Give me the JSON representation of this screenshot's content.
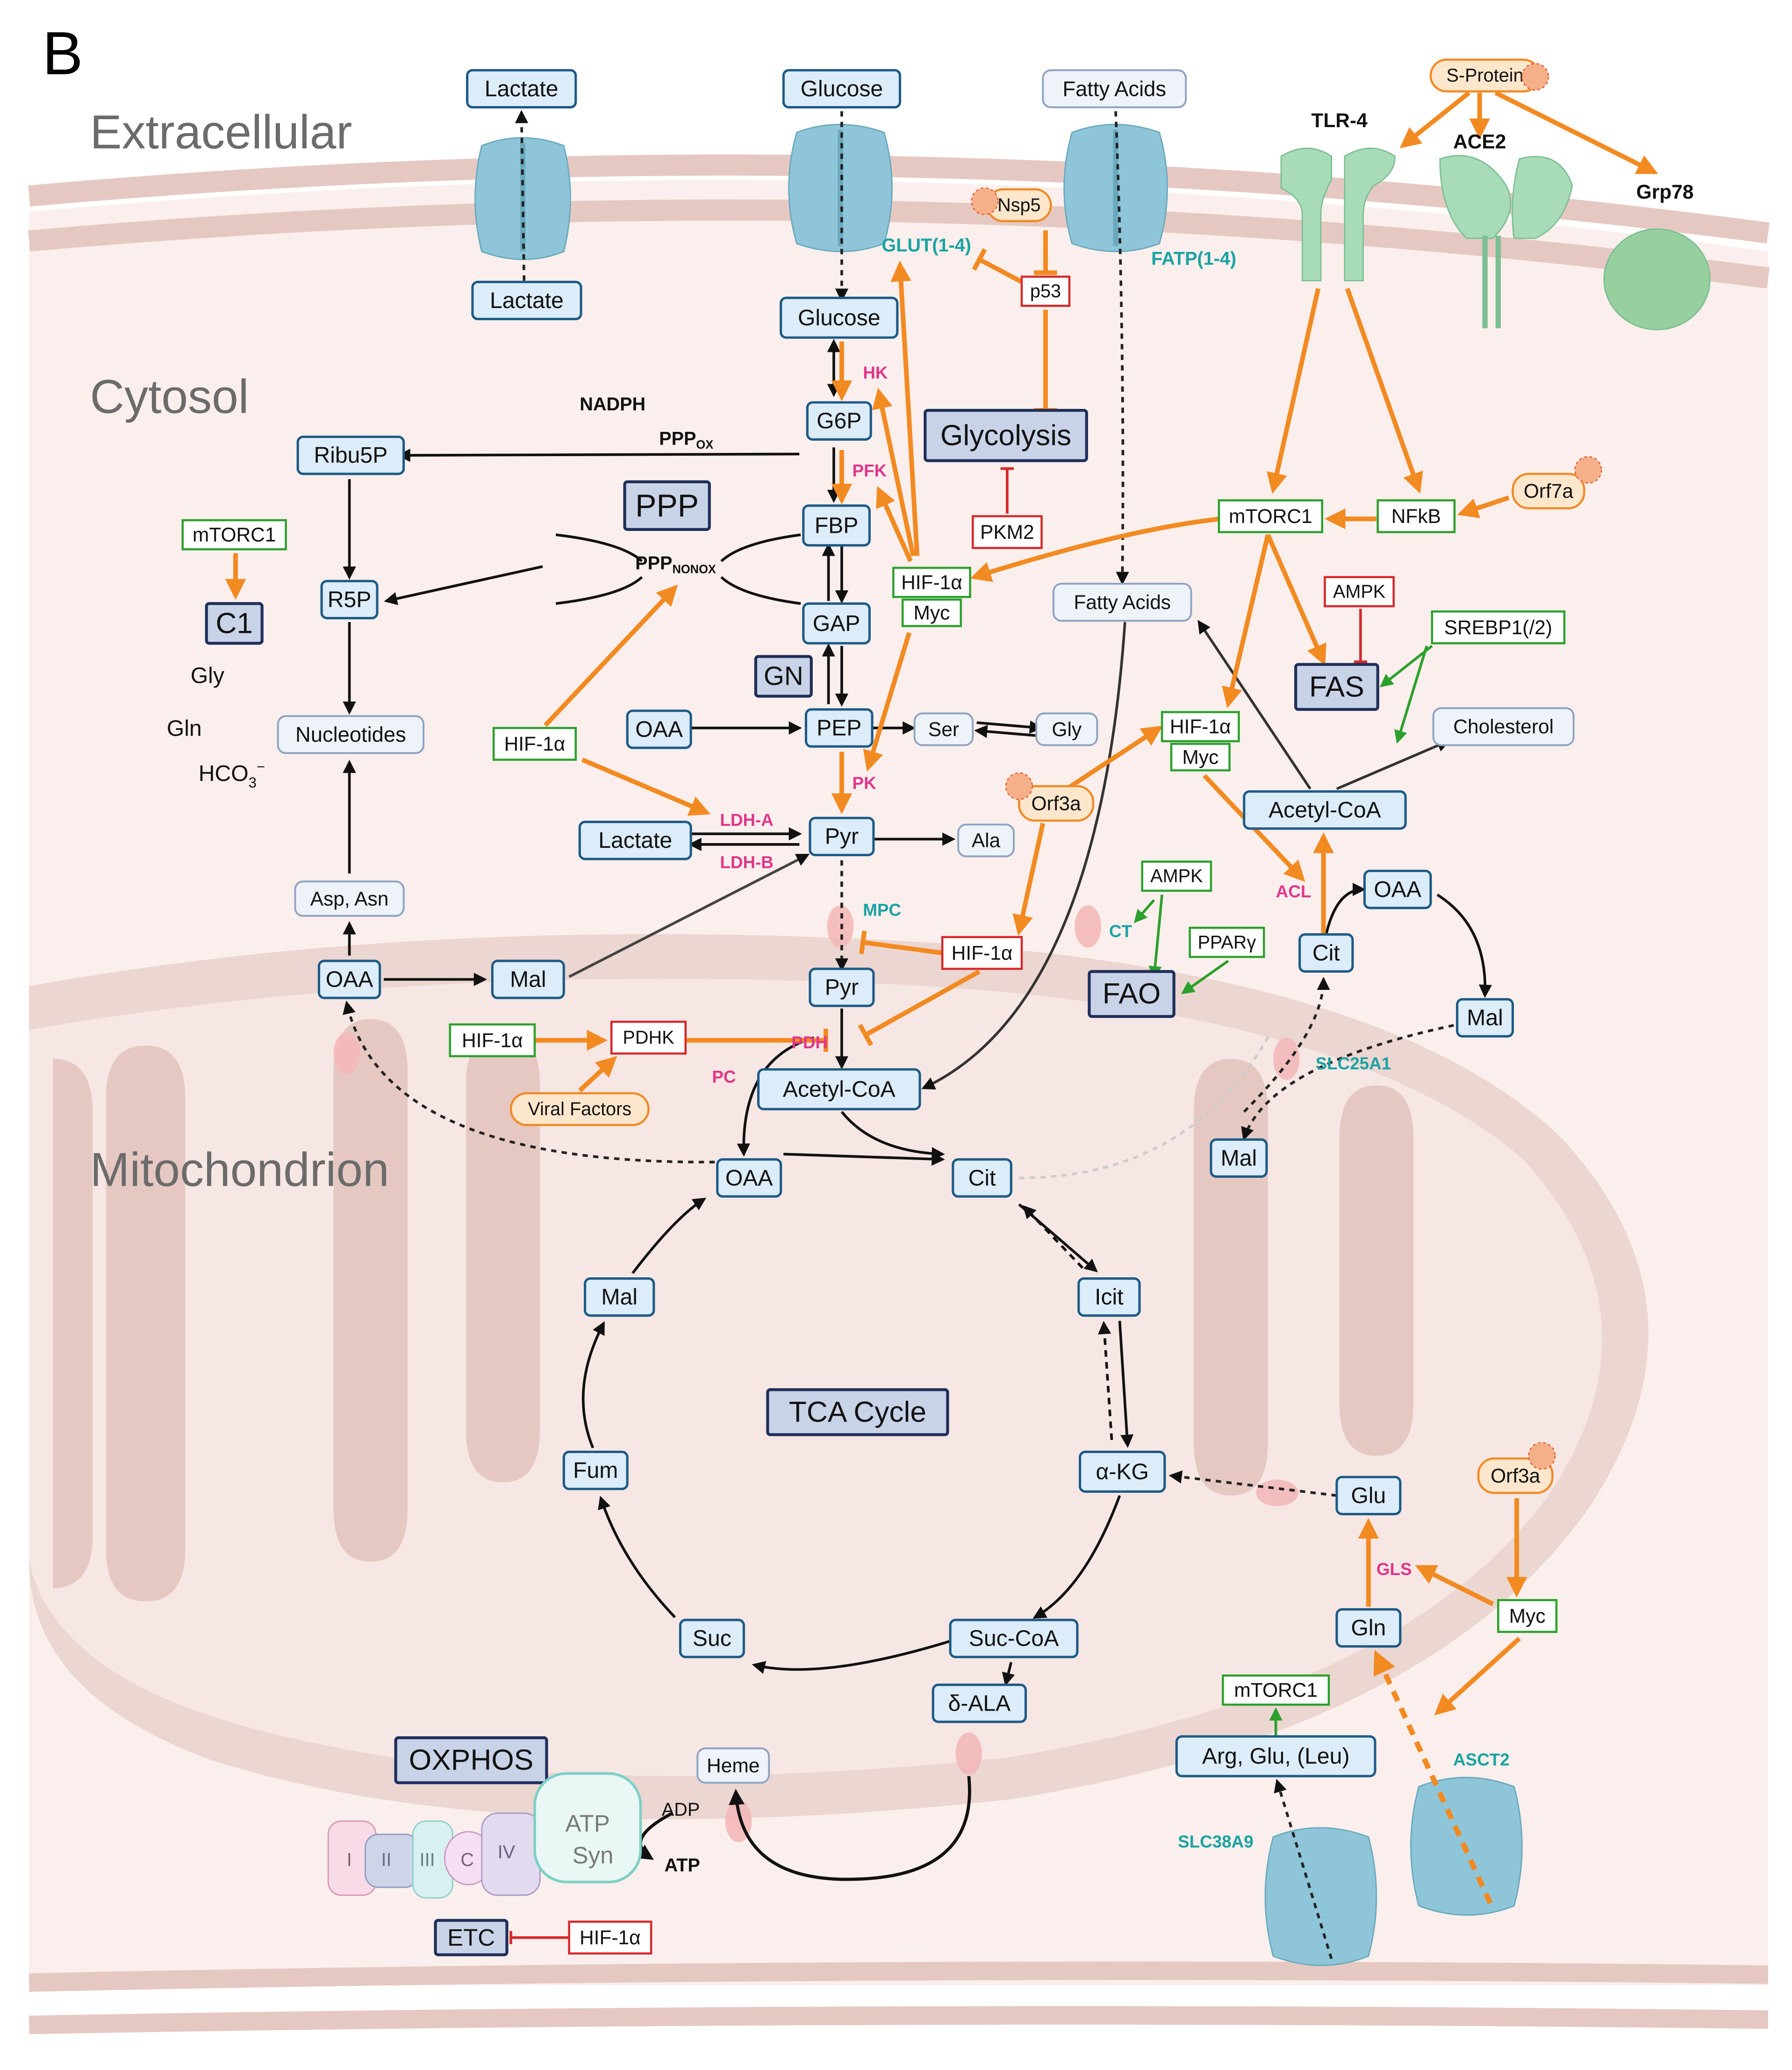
{
  "panel_label": "B",
  "regions": {
    "extracellular": "Extracellular",
    "cytosol": "Cytosol",
    "mitochondrion": "Mitochondrion"
  },
  "colors": {
    "metabolite_fill": "#dcecf8",
    "metabolite_stroke": "#1d5a86",
    "process_fill": "#c9d3e8",
    "process_stroke": "#1f2f5a",
    "activator_stroke": "#2ca02c",
    "inhibitor_stroke": "#d6282b",
    "viral_fill": "#fde7cc",
    "viral_stroke": "#f08a24",
    "orange_arrow": "#f28a22",
    "enzyme_magenta": "#e0368a",
    "transporter_teal": "#1aa3a3",
    "membrane_band": "#e6c8c2",
    "mito_body": "#f3e4e1"
  },
  "boxes": {
    "lactate_out": "Lactate",
    "glucose_out": "Glucose",
    "fatty_acids_out": "Fatty Acids",
    "s_protein": "S-Protein",
    "lactate_in": "Lactate",
    "glucose_in": "Glucose",
    "nsp5": "Nsp5",
    "p53": "p53",
    "g6p": "G6P",
    "fbp": "FBP",
    "gap": "GAP",
    "pep": "PEP",
    "pyr": "Pyr",
    "glycolysis": "Glycolysis",
    "pkm2": "PKM2",
    "ppp": "PPP",
    "gn": "GN",
    "hif_myc_1": "HIF-1α",
    "myc_1": "Myc",
    "ribu5p": "Ribu5P",
    "r5p": "R5P",
    "mtorc1_c1": "mTORC1",
    "c1": "C1",
    "nucleotides": "Nucleotides",
    "hif_ppp": "HIF-1α",
    "oaa_cyto": "OAA",
    "ser": "Ser",
    "gly_cyto": "Gly",
    "lactate_cyto": "Lactate",
    "ala": "Ala",
    "fatty_acids_cyto": "Fatty Acids",
    "mtorc1_main": "mTORC1",
    "nfkb": "NFkB",
    "orf7a": "Orf7a",
    "ampk_fas": "AMPK",
    "fas": "FAS",
    "srebp1": "SREBP1(/2)",
    "cholesterol": "Cholesterol",
    "hif_myc_2": "HIF-1α",
    "myc_2": "Myc",
    "orf3a_1": "Orf3a",
    "acetyl_coa_cyto": "Acetyl-CoA",
    "oaa_right": "OAA",
    "cit_right": "Cit",
    "mal_right_cyto": "Mal",
    "mal_right_mito": "Mal",
    "ampk_fao": "AMPK",
    "ppar": "PPARγ",
    "fao": "FAO",
    "asp_asn": "Asp, Asn",
    "oaa_left": "OAA",
    "mal_left": "Mal",
    "hif_mpc": "HIF-1α",
    "pyr_mito": "Pyr",
    "hif_pdhk": "HIF-1α",
    "pdhk": "PDHK",
    "viral_factors": "Viral Factors",
    "acetyl_coa_mito": "Acetyl-CoA",
    "oaa_tca": "OAA",
    "cit_tca": "Cit",
    "icit": "Icit",
    "akg": "α-KG",
    "suc_coa": "Suc-CoA",
    "suc": "Suc",
    "fum": "Fum",
    "mal_tca": "Mal",
    "tca_cycle": "TCA Cycle",
    "dala": "δ-ALA",
    "heme": "Heme",
    "glu": "Glu",
    "gln": "Gln",
    "orf3a_2": "Orf3a",
    "myc_3": "Myc",
    "mtorc1_bottom": "mTORC1",
    "arg_glu_leu": "Arg, Glu, (Leu)",
    "oxphos": "OXPHOS",
    "etc": "ETC",
    "hif_etc": "HIF-1α"
  },
  "labels": {
    "tlr4": "TLR-4",
    "ace2": "ACE2",
    "grp78": "Grp78",
    "glut": "GLUT(1-4)",
    "fatp": "FATP(1-4)",
    "hk": "HK",
    "pfk": "PFK",
    "pk": "PK",
    "ldha": "LDH-A",
    "ldhb": "LDH-B",
    "nadph": "NADPH",
    "ppp_ox": "PPP",
    "ppp_ox_sub": "OX",
    "ppp_nonox": "PPP",
    "ppp_nonox_sub": "NONOX",
    "gly_left": "Gly",
    "gln_left": "Gln",
    "hco3": "HCO",
    "hco3_sub": "3",
    "hco3_sup": "−",
    "mpc": "MPC",
    "ct": "CT",
    "acl": "ACL",
    "pdh": "PDH",
    "pc": "PC",
    "slc25a1": "SLC25A1",
    "gls": "GLS",
    "asct2": "ASCT2",
    "slc38a9": "SLC38A9",
    "adp": "ADP",
    "atp": "ATP",
    "etc_i": "I",
    "etc_ii": "II",
    "etc_iii": "III",
    "etc_c": "C",
    "etc_iv": "IV",
    "atp_syn_1": "ATP",
    "atp_syn_2": "Syn"
  }
}
